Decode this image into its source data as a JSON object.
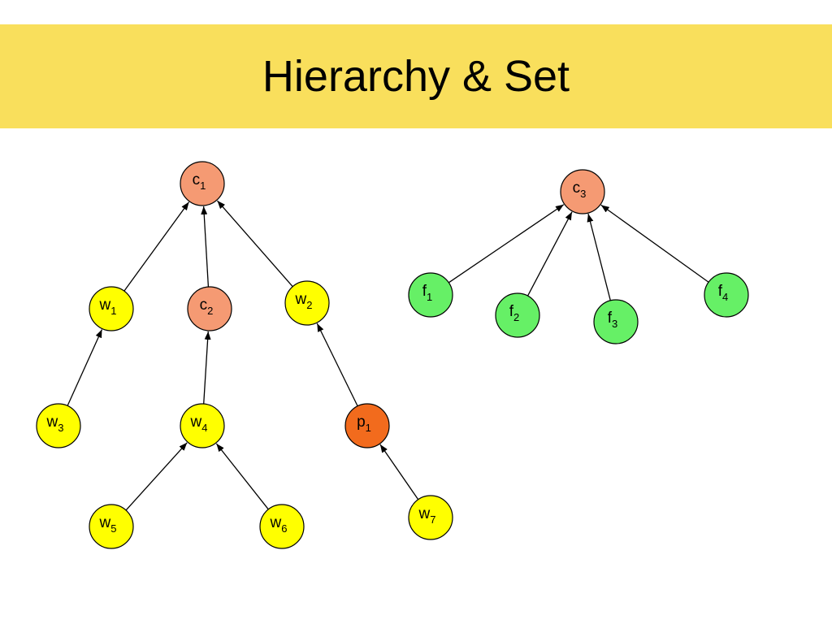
{
  "title": "Hierarchy & Set",
  "colors": {
    "banner": "#f9df5c",
    "word_node": "#ffff00",
    "concept_node": "#f59a73",
    "phrase_node": "#f26b1d",
    "feature_node": "#66f066",
    "edge": "#000000",
    "node_stroke": "#000000"
  },
  "diagram": {
    "nodes": [
      {
        "id": "c1",
        "base": "c",
        "sub": "1",
        "kind": "concept_node"
      },
      {
        "id": "w1",
        "base": "w",
        "sub": "1",
        "kind": "word_node"
      },
      {
        "id": "c2",
        "base": "c",
        "sub": "2",
        "kind": "concept_node"
      },
      {
        "id": "w2",
        "base": "w",
        "sub": "2",
        "kind": "word_node"
      },
      {
        "id": "w3",
        "base": "w",
        "sub": "3",
        "kind": "word_node"
      },
      {
        "id": "w4",
        "base": "w",
        "sub": "4",
        "kind": "word_node"
      },
      {
        "id": "p1",
        "base": "p",
        "sub": "1",
        "kind": "phrase_node"
      },
      {
        "id": "w5",
        "base": "w",
        "sub": "5",
        "kind": "word_node"
      },
      {
        "id": "w6",
        "base": "w",
        "sub": "6",
        "kind": "word_node"
      },
      {
        "id": "w7",
        "base": "w",
        "sub": "7",
        "kind": "word_node"
      },
      {
        "id": "c3",
        "base": "c",
        "sub": "3",
        "kind": "concept_node"
      },
      {
        "id": "f1",
        "base": "f",
        "sub": "1",
        "kind": "feature_node"
      },
      {
        "id": "f2",
        "base": "f",
        "sub": "2",
        "kind": "feature_node"
      },
      {
        "id": "f3",
        "base": "f",
        "sub": "3",
        "kind": "feature_node"
      },
      {
        "id": "f4",
        "base": "f",
        "sub": "4",
        "kind": "feature_node"
      }
    ],
    "edges": [
      {
        "from": "w1",
        "to": "c1"
      },
      {
        "from": "c2",
        "to": "c1"
      },
      {
        "from": "w2",
        "to": "c1"
      },
      {
        "from": "w3",
        "to": "w1"
      },
      {
        "from": "w4",
        "to": "c2"
      },
      {
        "from": "p1",
        "to": "w2"
      },
      {
        "from": "w5",
        "to": "w4"
      },
      {
        "from": "w6",
        "to": "w4"
      },
      {
        "from": "w7",
        "to": "p1"
      },
      {
        "from": "f1",
        "to": "c3"
      },
      {
        "from": "f2",
        "to": "c3"
      },
      {
        "from": "f3",
        "to": "c3"
      },
      {
        "from": "f4",
        "to": "c3"
      }
    ]
  }
}
